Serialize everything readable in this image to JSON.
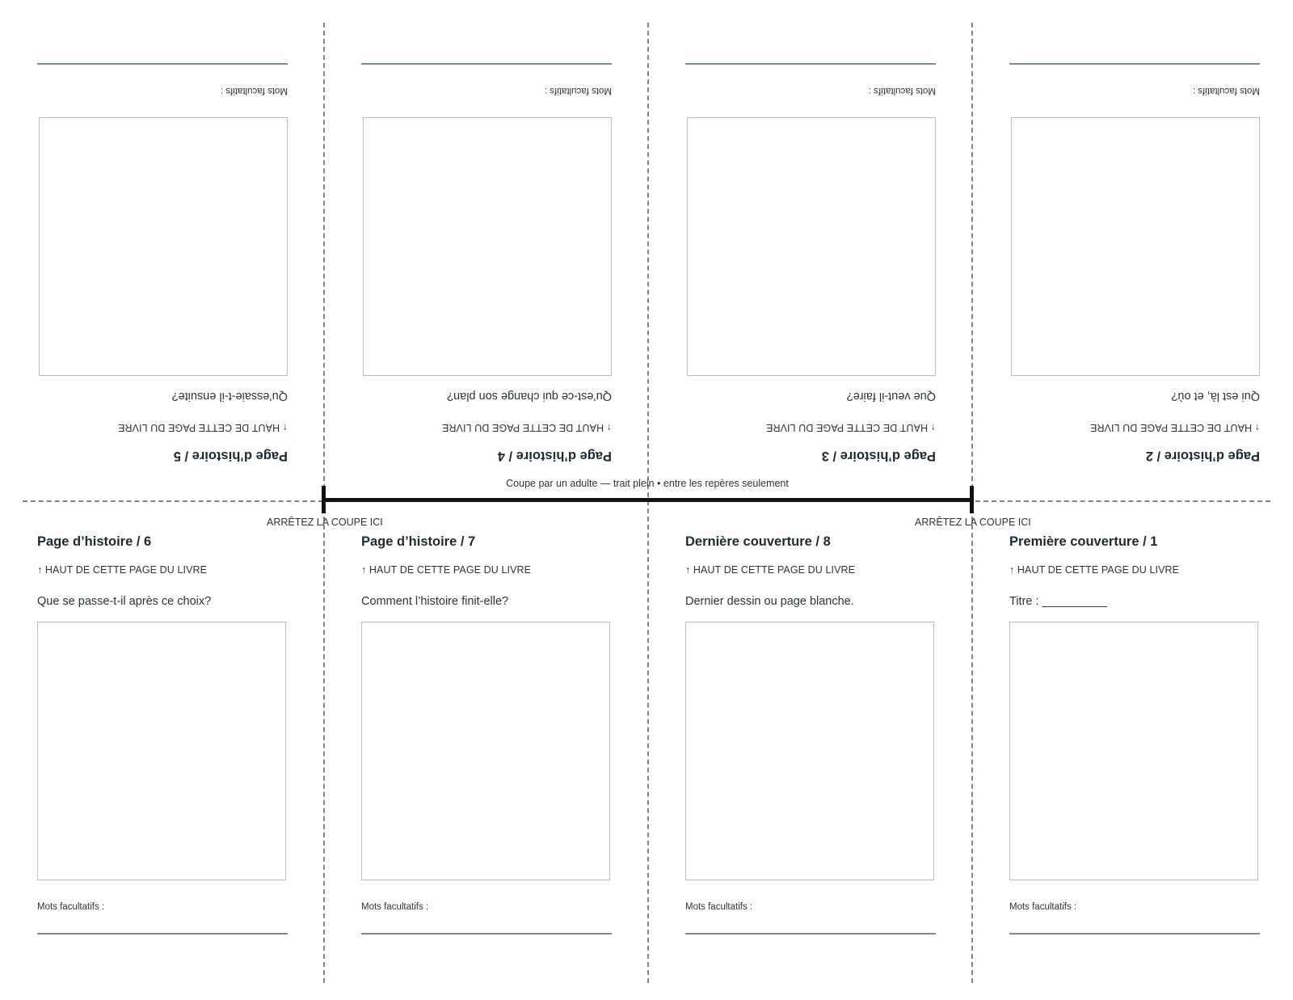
{
  "panels_top": [
    {
      "title": "Page d’histoire / 5",
      "up_label": "↑ HAUT DE CETTE PAGE DU LIVRE",
      "prompt": "Qu’essaie-t-il ensuite?",
      "words_label": "Mots facultatifs :"
    },
    {
      "title": "Page d’histoire / 4",
      "up_label": "↑ HAUT DE CETTE PAGE DU LIVRE",
      "prompt": "Qu’est-ce qui change son plan?",
      "words_label": "Mots facultatifs :"
    },
    {
      "title": "Page d’histoire / 3",
      "up_label": "↑ HAUT DE CETTE PAGE DU LIVRE",
      "prompt": "Que veut-il faire?",
      "words_label": "Mots facultatifs :"
    },
    {
      "title": "Page d’histoire / 2",
      "up_label": "↑ HAUT DE CETTE PAGE DU LIVRE",
      "prompt": "Qui est là, et où?",
      "words_label": "Mots facultatifs :"
    }
  ],
  "panels_bottom": [
    {
      "title": "Page d’histoire / 6",
      "up_label": "↑ HAUT DE CETTE PAGE DU LIVRE",
      "prompt": "Que se passe-t-il après ce choix?",
      "words_label": "Mots facultatifs :"
    },
    {
      "title": "Page d’histoire / 7",
      "up_label": "↑ HAUT DE CETTE PAGE DU LIVRE",
      "prompt": "Comment l’histoire finit-elle?",
      "words_label": "Mots facultatifs :"
    },
    {
      "title": "Dernière couverture / 8",
      "up_label": "↑ HAUT DE CETTE PAGE DU LIVRE",
      "prompt": "Dernier dessin ou page blanche.",
      "words_label": "Mots facultatifs :"
    },
    {
      "title": "Première couverture / 1",
      "up_label": "↑ HAUT DE CETTE PAGE DU LIVRE",
      "prompt": "Titre : __________",
      "words_label": "Mots facultatifs :"
    }
  ],
  "cut": {
    "instruction": "Coupe par un adulte — trait plein • entre les repères seulement",
    "stop_left": "ARRÊTEZ LA COUPE ICI",
    "stop_right": "ARRÊTEZ LA COUPE ICI"
  }
}
